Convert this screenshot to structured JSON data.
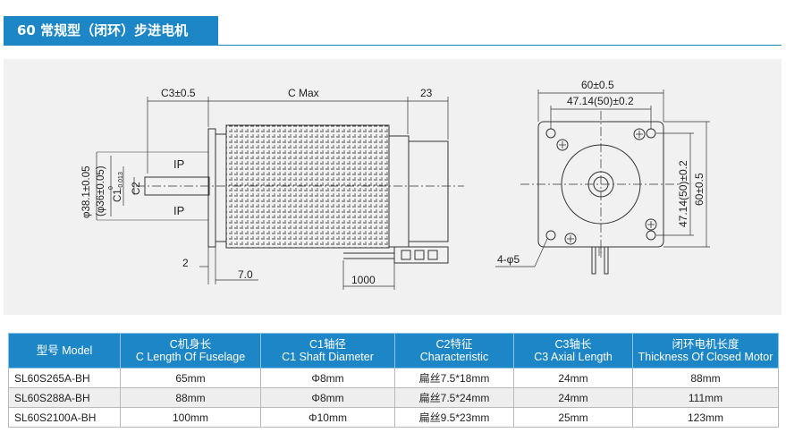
{
  "header": {
    "title": "60 常规型（闭环）步进电机"
  },
  "drawing": {
    "side_view": {
      "dim_c3": "C3±0.5",
      "dim_cmax": "C Max",
      "dim_23": "23",
      "dim_shaft_dia": "φ38.1±0.05",
      "dim_shaft_dia_alt": "(φ36±0.05)",
      "dim_c1_base": "C1",
      "dim_c1_tol_upper": "0",
      "dim_c1_tol_lower": "-0.013",
      "dim_c2": "C2",
      "label_ip_top": "IP",
      "label_ip_bottom": "IP",
      "dim_2": "2",
      "dim_7": "7.0",
      "dim_1000": "1000"
    },
    "front_view": {
      "dim_60_top": "60±0.5",
      "dim_47_top": "47.14(50)±0.2",
      "dim_47_side": "47.14(50)±0.2",
      "dim_60_side": "60±0.5",
      "dim_holes": "4-φ5"
    }
  },
  "table": {
    "headers": [
      [
        "型号 Model"
      ],
      [
        "C机身长",
        "C Length Of Fuselage"
      ],
      [
        "C1轴径",
        "C1 Shaft Diameter"
      ],
      [
        "C2特征",
        "Characteristic"
      ],
      [
        "C3轴长",
        "C3 Axial Length"
      ],
      [
        "闭环电机长度",
        "Thickness Of Closed Motor"
      ]
    ],
    "rows": [
      [
        "SL60S265A-BH",
        "65mm",
        "Φ8mm",
        "扁丝7.5*18mm",
        "24mm",
        "88mm"
      ],
      [
        "SL60S288A-BH",
        "88mm",
        "Φ8mm",
        "扁丝7.5*24mm",
        "24mm",
        "111mm"
      ],
      [
        "SL60S2100A-BH",
        "100mm",
        "Φ10mm",
        "扁丝9.5*23mm",
        "25mm",
        "123mm"
      ]
    ]
  }
}
